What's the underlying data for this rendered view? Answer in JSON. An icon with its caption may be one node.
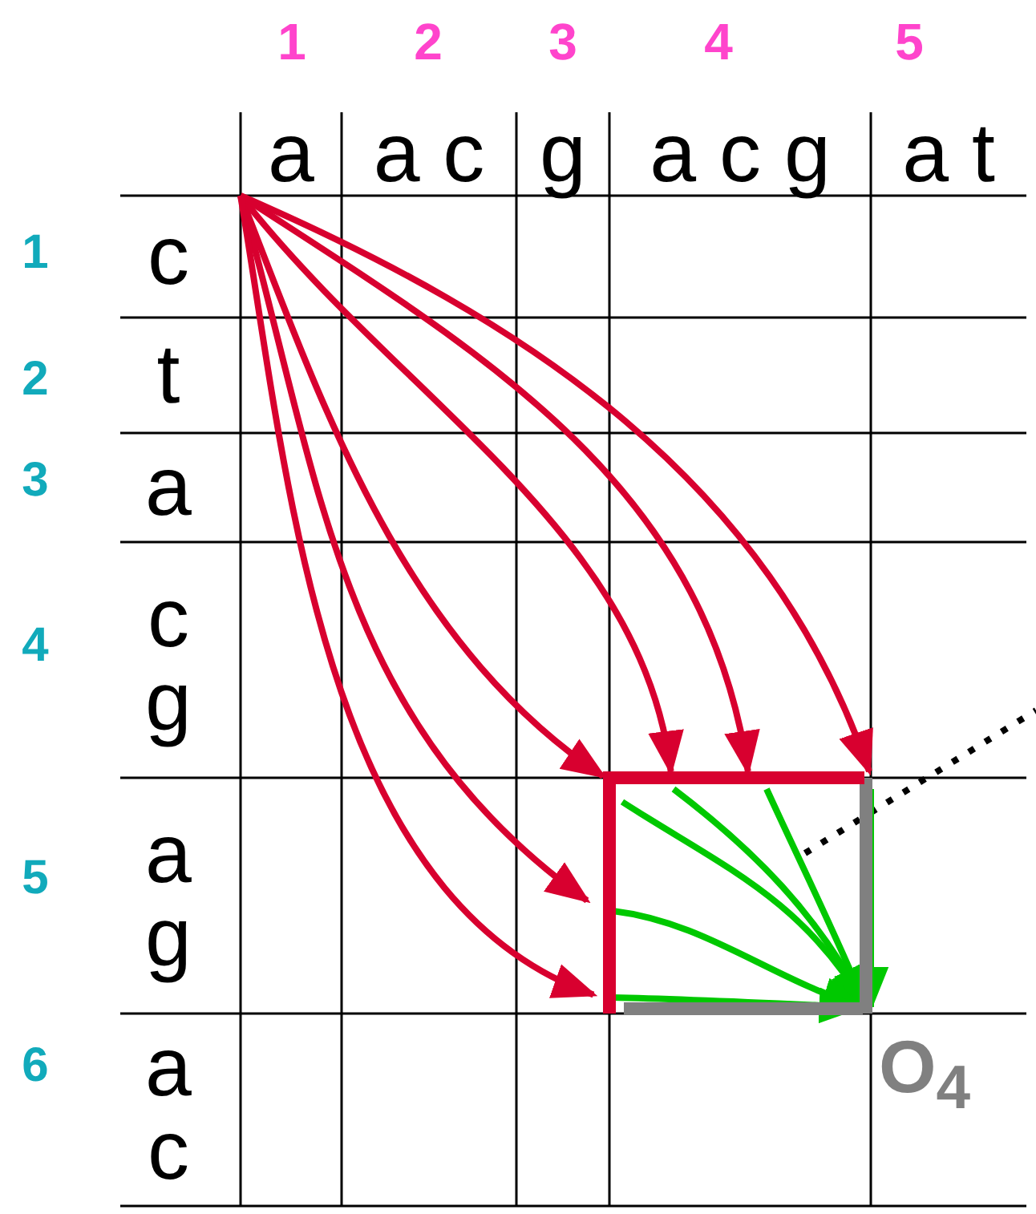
{
  "diagram": {
    "nodes": [
      {
        "text": [],
        "shape": "box"
      },
      {
        "text": [
          "O$_{4}$"
        ]
      }
    ],
    "edges": [
      {
        "from": null,
        "to": 0,
        "arrow": "to"
      },
      {
        "from": null,
        "to": 0,
        "arrow": "to"
      },
      {
        "from": null,
        "to": 0,
        "arrow": "to"
      },
      {
        "from": null,
        "to": 0,
        "arrow": "to"
      },
      {
        "from": null,
        "to": 0,
        "arrow": "to"
      },
      {
        "from": null,
        "to": 0,
        "arrow": "to"
      },
      {
        "from": 0,
        "to": 1,
        "arrow": "to",
        "color": "#00c800"
      },
      {
        "from": 0,
        "to": 1,
        "arrow": "to",
        "color": "#00c800"
      },
      {
        "from": 0,
        "to": 1,
        "arrow": "to",
        "color": "#00c800"
      },
      {
        "from": 0,
        "to": 1,
        "arrow": "to",
        "color": "#00c800"
      },
      {
        "from": 0,
        "to": 1,
        "arrow": "to",
        "color": "#00c800"
      },
      {
        "from": 0,
        "to": 1,
        "arrow": "to",
        "color": "#00c800"
      }
    ],
    "labels": [
      "1",
      "2",
      "3",
      "4",
      "5",
      "a",
      "a c",
      "g",
      "a c g",
      "a t",
      "1",
      "c",
      "2",
      "t",
      "3",
      "a",
      "4",
      "c g",
      "5",
      "a g",
      "6",
      "a c"
    ]
  }
}
